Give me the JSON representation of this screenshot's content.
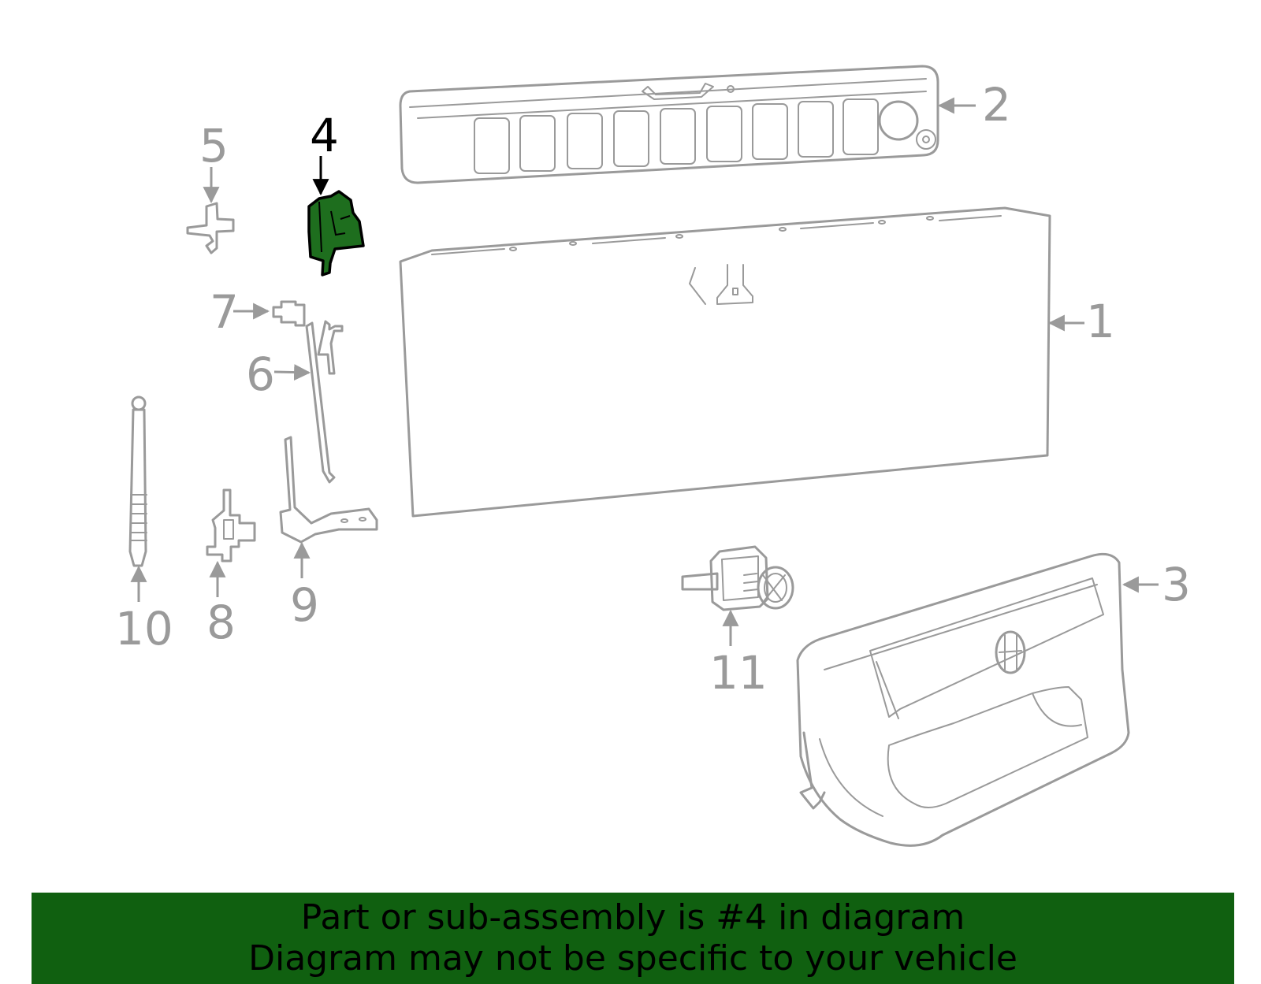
{
  "diagram": {
    "highlighted_part": "4",
    "callouts": [
      "1",
      "2",
      "3",
      "4",
      "5",
      "6",
      "7",
      "8",
      "9",
      "10",
      "11"
    ]
  },
  "colors": {
    "highlight_fill": "#1e6e1e",
    "banner_bg": "#106010",
    "part_stroke": "#9a9a9a",
    "active_text": "#000000"
  },
  "banner": {
    "line1": "Part or sub-assembly is #4 in diagram",
    "line2": "Diagram may not be specific to your vehicle"
  }
}
